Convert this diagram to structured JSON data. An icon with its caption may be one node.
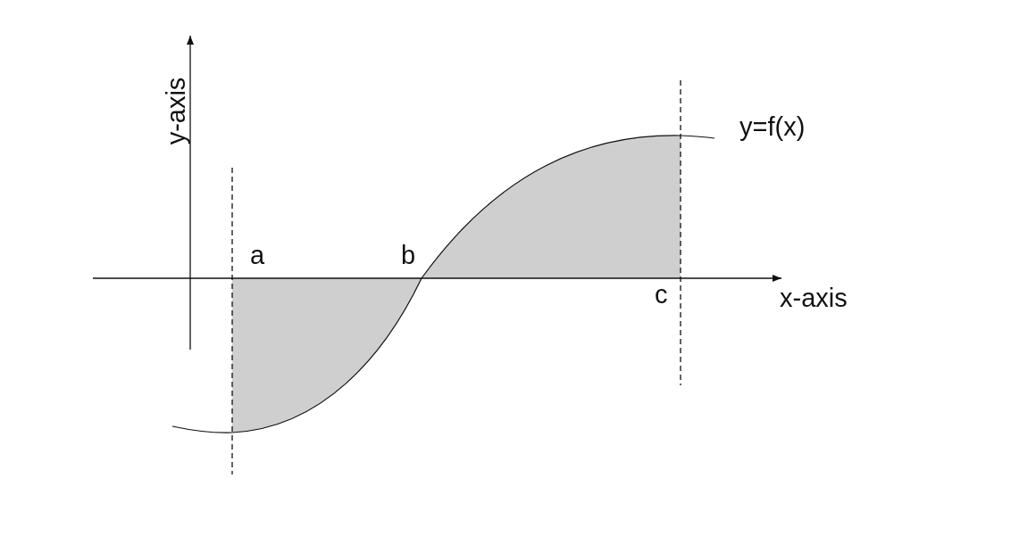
{
  "diagram": {
    "labels": [
      "y-axis",
      "y=f(x)",
      "a",
      "b",
      "c",
      "x-axis"
    ]
  }
}
